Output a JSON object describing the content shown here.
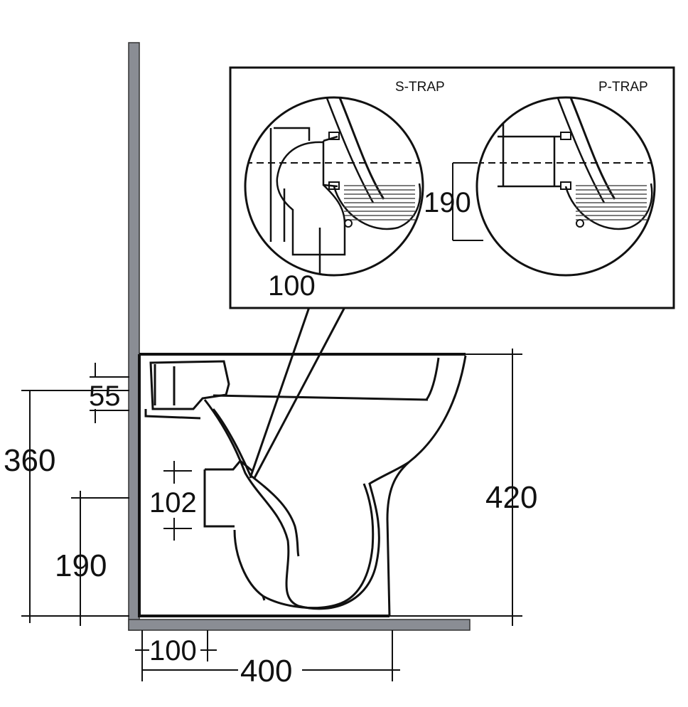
{
  "inset": {
    "s_trap_label": "S-TRAP",
    "p_trap_label": "P-TRAP",
    "trap_height_label": "190",
    "pipe_width_label": "100"
  },
  "dimensions": {
    "top_offset": "55",
    "overall_inlet_height": "360",
    "inlet_diameter": "102",
    "outlet_height": "190",
    "pan_height": "420",
    "wall_to_outlet": "100",
    "projection": "400"
  },
  "colors": {
    "line": "#111111",
    "wall": "#8a8d94",
    "water_hatch": "#444444"
  }
}
